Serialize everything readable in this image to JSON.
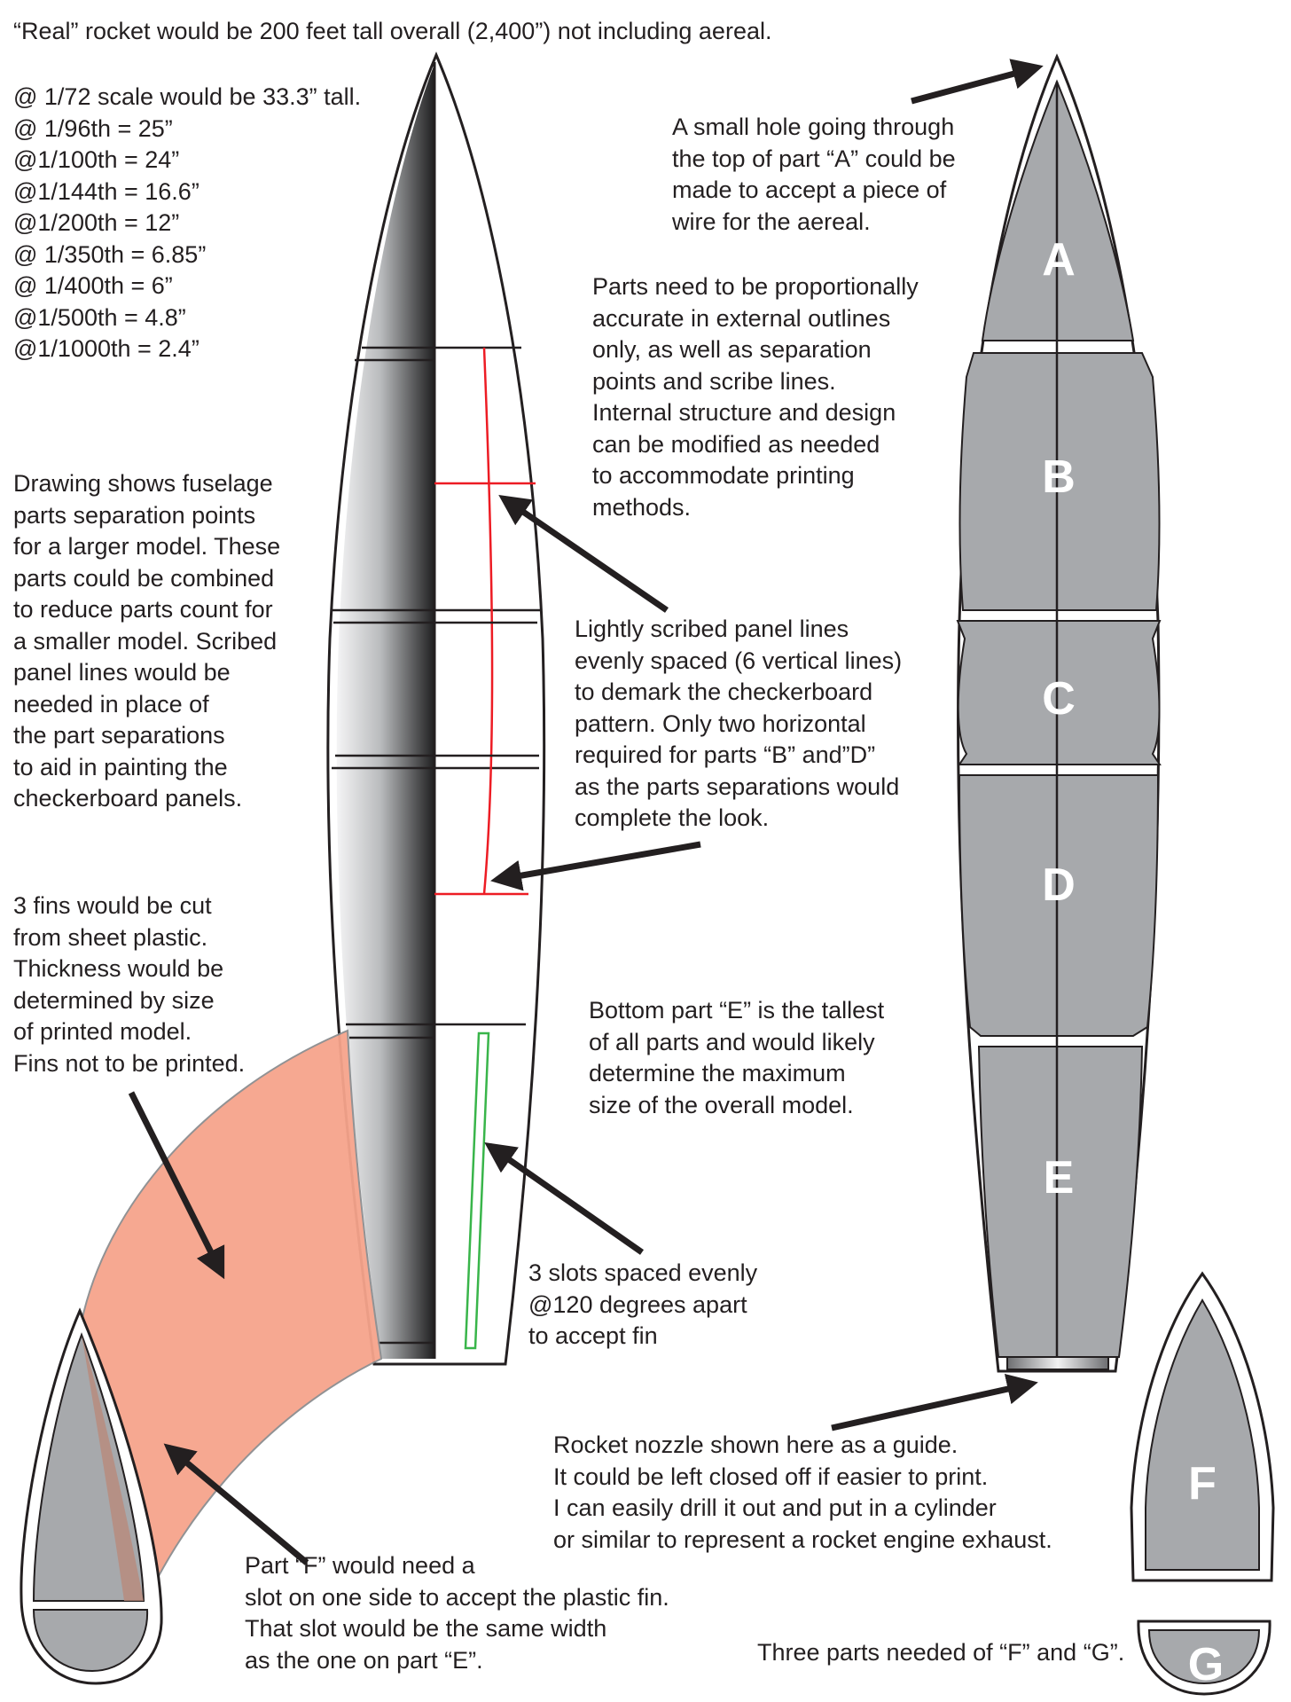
{
  "notes": {
    "real_height": [
      "“Real” rocket would be 200 feet tall overall (2,400”) not including aereal."
    ],
    "scales": [
      "@ 1/72 scale would be 33.3” tall.",
      "@ 1/96th =  25”",
      "@1/100th = 24”",
      "@1/144th = 16.6”",
      "@1/200th  = 12”",
      "@ 1/350th = 6.85”",
      "@ 1/400th = 6”",
      "@1/500th = 4.8”",
      "@1/1000th = 2.4”"
    ],
    "hole": [
      "A small hole going through",
      "the top of part “A” could be",
      "made to accept a piece of",
      "wire for the aereal."
    ],
    "proportions": [
      "Parts need to be proportionally",
      "accurate in external outlines",
      "only, as well as separation",
      "points and scribe lines.",
      "Internal structure and design",
      "can be modified as needed",
      "to accommodate printing",
      "methods."
    ],
    "separation": [
      "Drawing shows fuselage",
      "parts separation points",
      "for a larger model. These",
      "parts could be combined",
      "to reduce parts count for",
      "a smaller model. Scribed",
      "panel lines would be",
      "needed in place of",
      "the part separations",
      "to aid in painting the",
      "checkerboard panels."
    ],
    "panel_lines": [
      "Lightly scribed panel lines",
      "evenly spaced (6 vertical lines)",
      "to demark the checkerboard",
      "pattern. Only two horizontal",
      "required for parts “B” and”D”",
      "as the parts separations would",
      "complete the look."
    ],
    "fins": [
      "3 fins would be cut",
      "from sheet plastic.",
      "Thickness would be",
      "determined by size",
      "of printed model.",
      "Fins not to be printed."
    ],
    "bottom": [
      "Bottom part “E” is the tallest",
      "of all parts and would likely",
      "determine the maximum",
      "size of the overall model."
    ],
    "slots": [
      "3 slots spaced evenly",
      "@120 degrees apart",
      "to accept fin"
    ],
    "nozzle": [
      "Rocket nozzle shown here as a guide.",
      "It could be left closed off if easier to print.",
      "I can easily drill it out and put in a cylinder",
      "or similar to represent a rocket engine exhaust."
    ],
    "part_f": [
      "Part “F” would need a",
      "slot on one side to accept the plastic fin.",
      "That slot would be the same width",
      "as the one on part “E”."
    ],
    "three_parts": [
      "Three parts needed of “F” and “G”."
    ]
  },
  "part_labels": {
    "a": "A",
    "b": "B",
    "c": "C",
    "d": "D",
    "e": "E",
    "f": "F",
    "g": "G"
  },
  "colors": {
    "ink": "#231f20",
    "part_gray": "#a7a9ac",
    "fin_salmon": "#f6a48c",
    "scribe_red": "#ed1c24",
    "slot_green": "#39b54a",
    "label_white": "#ffffff"
  }
}
